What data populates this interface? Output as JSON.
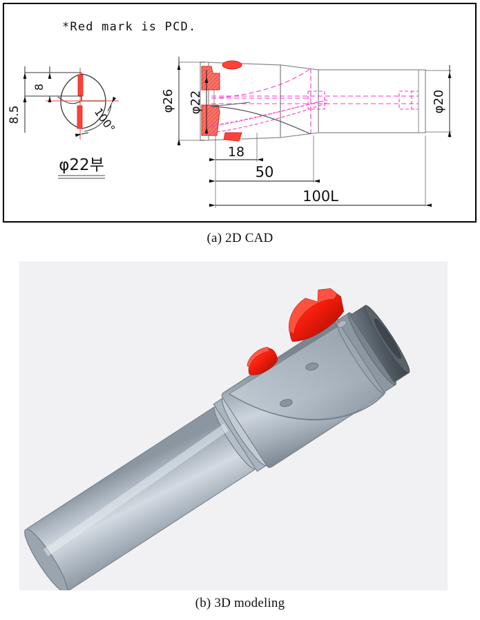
{
  "figure": {
    "captions": {
      "a": "(a) 2D CAD",
      "b": "(b) 3D modeling"
    }
  },
  "cad": {
    "note": "*Red mark is PCD.",
    "detail_view": {
      "label": "φ22부",
      "dim_depth": "8",
      "dim_height": "8.5",
      "dim_angle": "100°"
    },
    "main_view": {
      "dim_head_outer": "φ26",
      "dim_head_inner": "φ22",
      "dim_shank": "φ20",
      "dim_step": "18",
      "dim_mid": "50",
      "dim_overall": "100L"
    }
  },
  "colors": {
    "pcd_red": "#ff2a1a",
    "pcd_red_hatch": "#f4564a",
    "construction_magenta": "#ff33cc",
    "outline_gray": "#7a7a7a",
    "dim_black": "#111111",
    "centerline_red": "#ff3333",
    "model_bg": "#f1f1f4",
    "steel_light": "#c6ced6",
    "steel_mid": "#9aa5b0",
    "steel_dark": "#6c7680",
    "border_black": "#000000"
  }
}
